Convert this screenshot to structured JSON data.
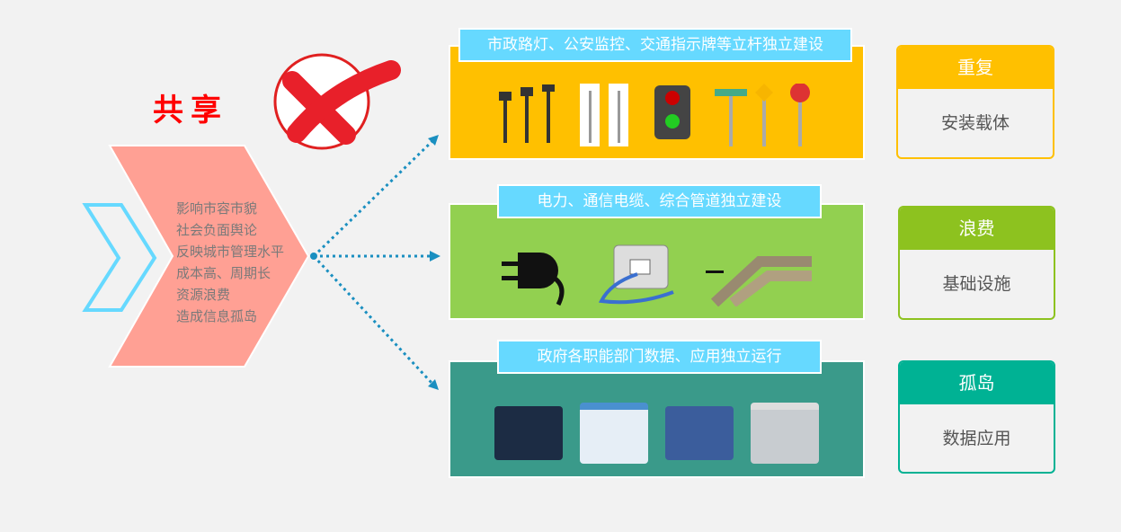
{
  "title": "共享",
  "reasons": [
    "影响市容市貌",
    "社会负面舆论",
    "反映城市管理水平",
    "成本高、周期长",
    "资源浪费",
    "造成信息孤岛"
  ],
  "panels": [
    {
      "label": "市政路灯、公安监控、交通指示牌等立杆独立建设",
      "color": "#ffc000"
    },
    {
      "label": "电力、通信电缆、综合管道独立建设",
      "color": "#92d050"
    },
    {
      "label": "政府各职能部门数据、应用独立运行",
      "color": "#3a9a8a"
    }
  ],
  "cards": [
    {
      "title": "重复",
      "body": "安装载体",
      "color": "#ffc000"
    },
    {
      "title": "浪费",
      "body": "基础设施",
      "color": "#8dc21f"
    },
    {
      "title": "孤岛",
      "body": "数据应用",
      "color": "#00b294"
    }
  ]
}
